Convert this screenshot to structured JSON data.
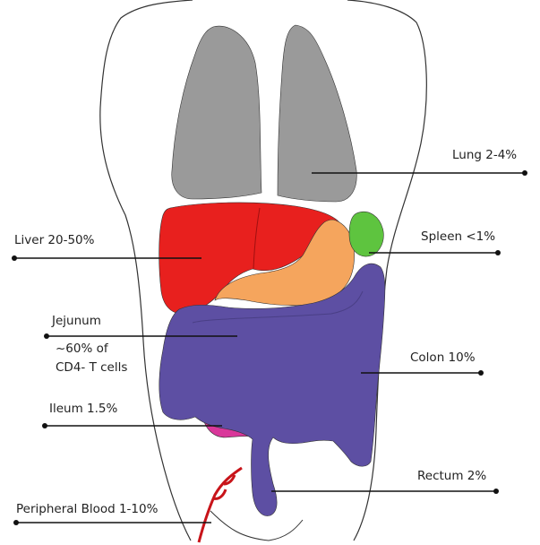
{
  "labels": {
    "lung": "Lung 2-4%",
    "liver": "Liver 20-50%",
    "spleen": "Spleen <1%",
    "jejunum_line1": "Jejunum",
    "jejunum_line2": "~60% of",
    "jejunum_line3": "CD4- T cells",
    "colon": "Colon 10%",
    "ileum": "Ileum 1.5%",
    "rectum": "Rectum 2%",
    "blood": "Peripheral Blood 1-10%"
  },
  "colors": {
    "lung": "#9a9a9a",
    "liver": "#e8201e",
    "stomach": "#f5a55d",
    "spleen": "#5ec43f",
    "colon": "#5d4fa3",
    "jejunum": "#d4dc2a",
    "ileum": "#d9379a",
    "blood": "#c8141a",
    "outline": "#333333"
  }
}
